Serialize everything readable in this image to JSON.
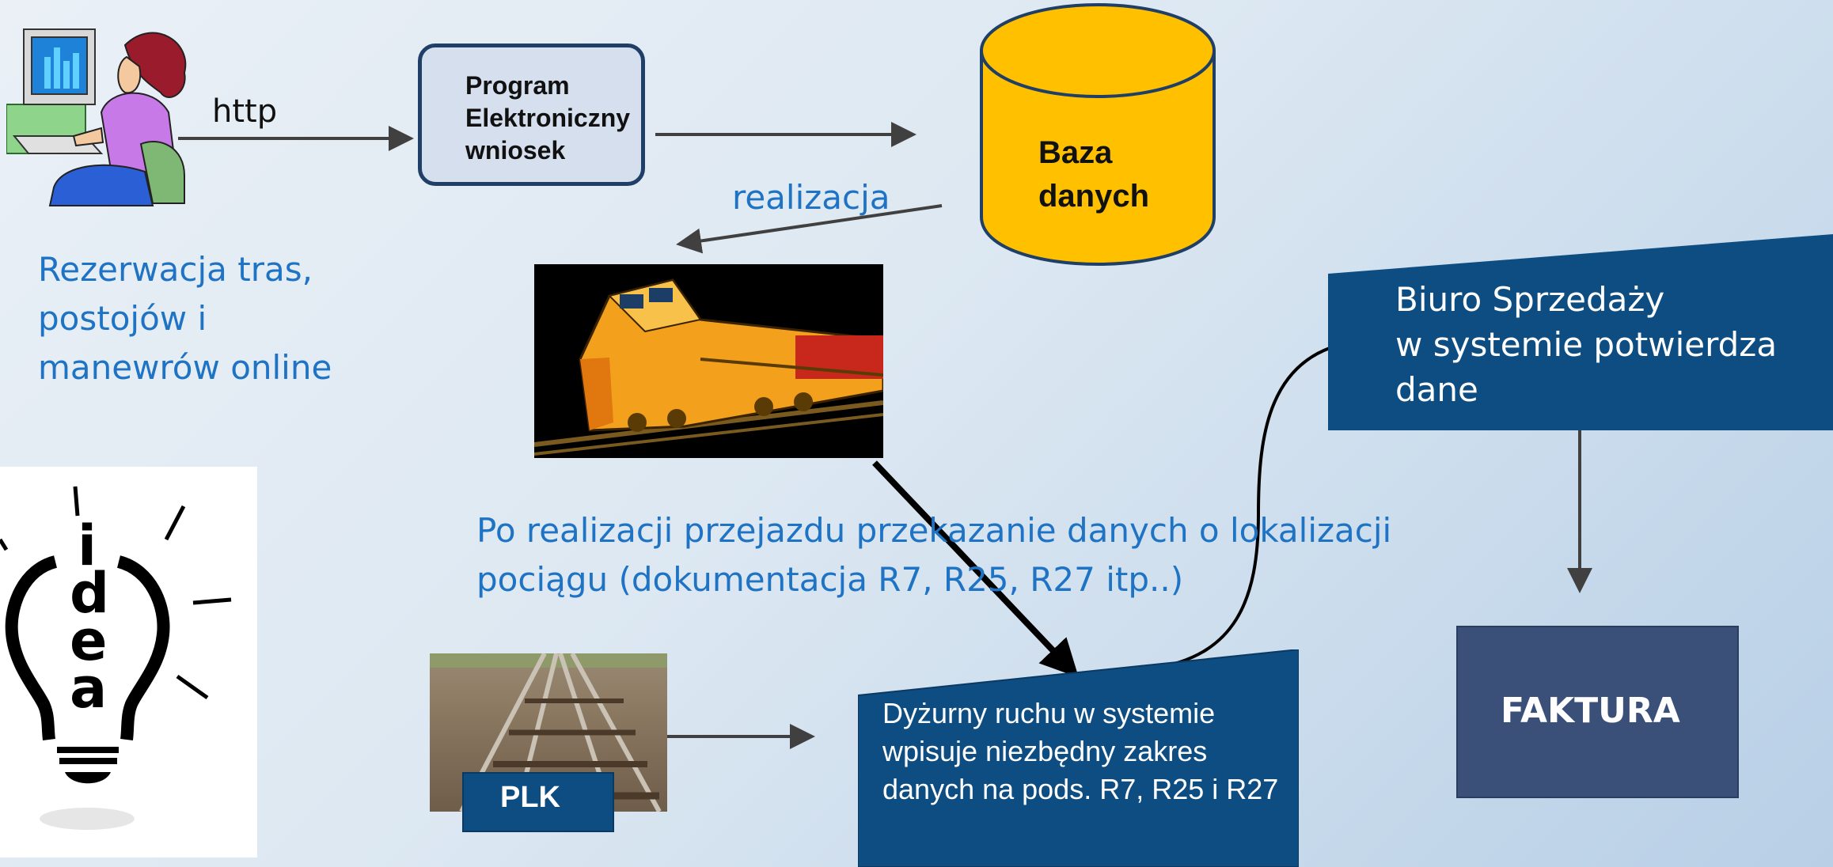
{
  "person_link_label": "http",
  "program_box": {
    "lines": [
      "Program",
      "Elektroniczny",
      "wniosek"
    ]
  },
  "database": {
    "lines": [
      "Baza",
      "danych"
    ]
  },
  "realizacja_label": "realizacja",
  "reservation_text": {
    "lines": [
      "Rezerwacja tras,",
      "postojów i",
      "manewrów online"
    ]
  },
  "sales_office": {
    "lines": [
      "Biuro Sprzedaży",
      "w systemie potwierdza",
      "dane"
    ]
  },
  "transfer_text": {
    "lines": [
      "Po realizacji przejazdu przekazanie danych o lokalizacji",
      "pociągu (dokumentacja R7, R25, R27 itp..)"
    ]
  },
  "dispatcher_box": {
    "lines": [
      "Dyżurny ruchu w systemie",
      "wpisuje niezbędny zakres",
      "danych na pods. R7, R25 i R27"
    ]
  },
  "plk_label": "PLK",
  "invoice_label": "FAKTURA",
  "idea_letters": [
    "i",
    "d",
    "e",
    "a"
  ],
  "colors": {
    "accent_text": "#1f73c4",
    "dark_blue": "#0e4d82",
    "invoice_blue": "#3a5078",
    "database_yellow": "#ffc000",
    "program_box_fill": "#d5dfed"
  }
}
